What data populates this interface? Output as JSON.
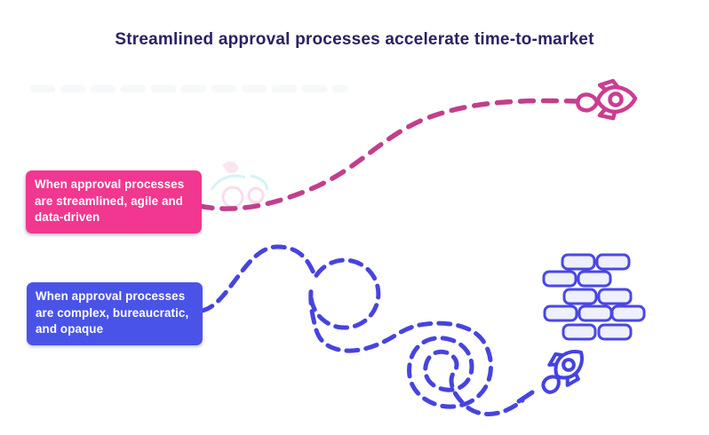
{
  "title": "Streamlined approval processes accelerate time-to-market",
  "labels": {
    "streamlined": {
      "lines": [
        "When approval processes",
        "are streamlined, agile and",
        "data-driven"
      ]
    },
    "complex": {
      "lines": [
        "When approval processes",
        "are complex, bureaucratic,",
        "and opaque"
      ]
    }
  },
  "icons": {
    "fast_rocket": "rocket-icon (pink, flying straight to goal)",
    "slow_rocket": "rocket-icon (blue, heading into brick wall)",
    "wall": "brick-wall-icon (obstacle)"
  },
  "colors": {
    "background": "#ffffff",
    "title": "#2a2263",
    "pink": "#f1378f",
    "pink_dash": "#c23f8c",
    "pink_rocket": "#cc3d92",
    "blue": "#4a53e8",
    "blue_dash": "#4744de",
    "blue_rocket": "#4543e0",
    "wall_stroke": "#4a47e3",
    "wall_fill": "#eef0fc"
  }
}
